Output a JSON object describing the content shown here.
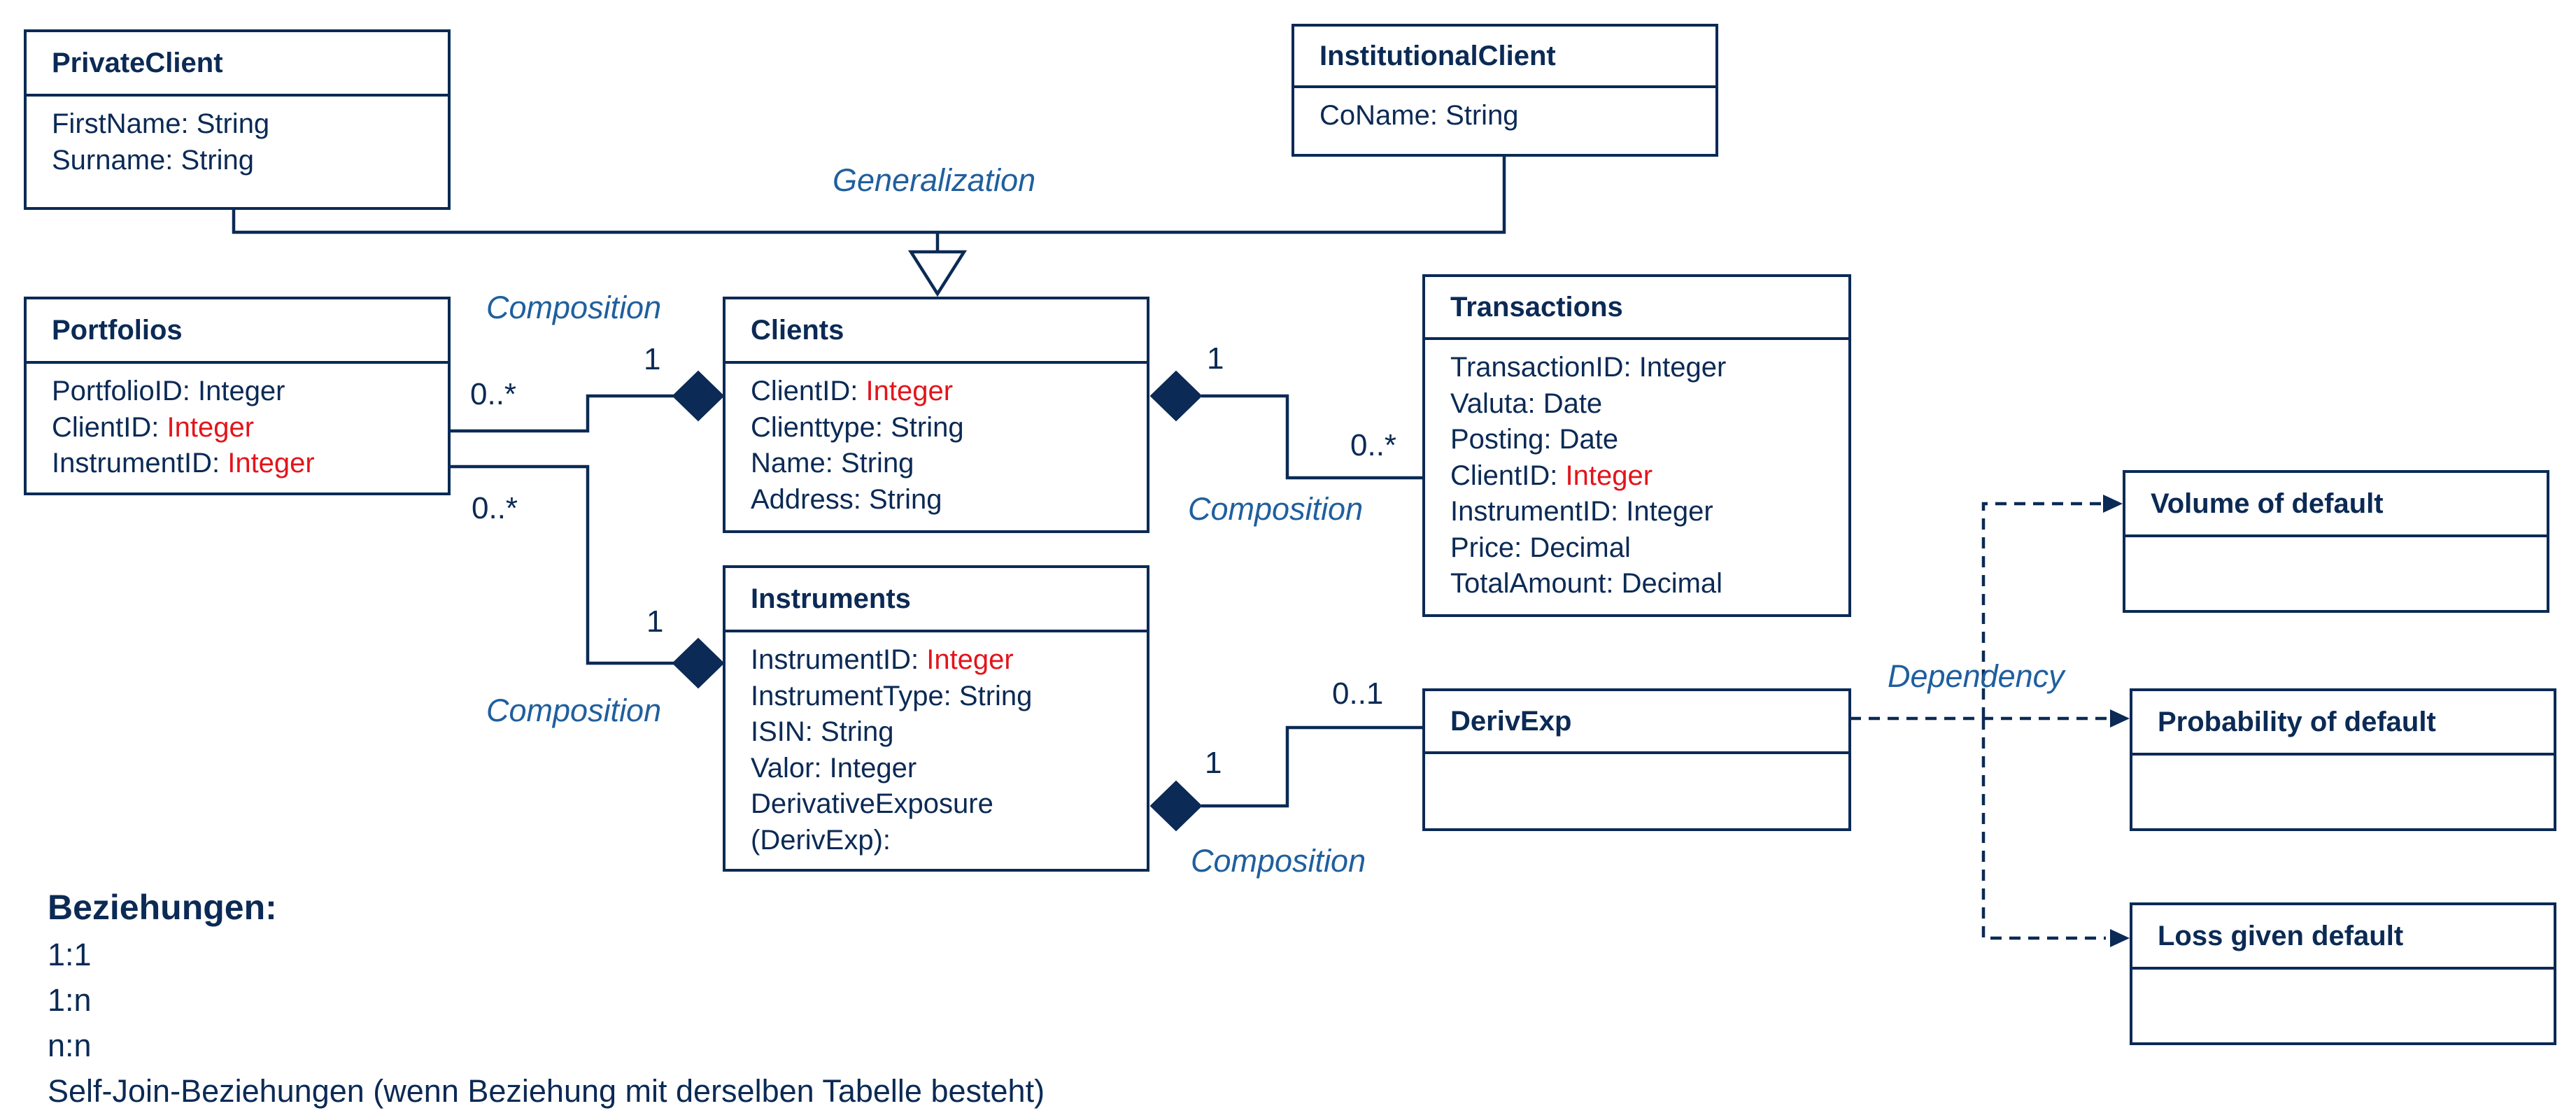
{
  "classes": {
    "private_client": {
      "name": "PrivateClient",
      "attributes": [
        {
          "label": "FirstName: ",
          "type": "String",
          "highlight": false
        },
        {
          "label": "Surname: ",
          "type": "String",
          "highlight": false
        }
      ]
    },
    "institutional_client": {
      "name": "InstitutionalClient",
      "attributes": [
        {
          "label": "CoName: ",
          "type": "String",
          "highlight": false
        }
      ]
    },
    "portfolios": {
      "name": "Portfolios",
      "attributes": [
        {
          "label": "PortfolioID: ",
          "type": "Integer",
          "highlight": false
        },
        {
          "label": "ClientID: ",
          "type": "Integer",
          "highlight": true
        },
        {
          "label": "InstrumentID: ",
          "type": "Integer",
          "highlight": true
        }
      ]
    },
    "clients": {
      "name": "Clients",
      "attributes": [
        {
          "label": "ClientID: ",
          "type": "Integer",
          "highlight": true
        },
        {
          "label": "Clienttype: ",
          "type": "String",
          "highlight": false
        },
        {
          "label": "Name: ",
          "type": "String",
          "highlight": false
        },
        {
          "label": "Address: ",
          "type": "String",
          "highlight": false
        }
      ]
    },
    "transactions": {
      "name": "Transactions",
      "attributes": [
        {
          "label": "TransactionID: ",
          "type": "Integer",
          "highlight": false
        },
        {
          "label": "Valuta: ",
          "type": "Date",
          "highlight": false
        },
        {
          "label": "Posting: ",
          "type": "Date",
          "highlight": false
        },
        {
          "label": "ClientID: ",
          "type": "Integer",
          "highlight": true
        },
        {
          "label": "InstrumentID: ",
          "type": "Integer",
          "highlight": false
        },
        {
          "label": "Price: ",
          "type": "Decimal",
          "highlight": false
        },
        {
          "label": "TotalAmount: ",
          "type": "Decimal",
          "highlight": false
        }
      ]
    },
    "instruments": {
      "name": "Instruments",
      "attributes": [
        {
          "label": "InstrumentID: ",
          "type": "Integer",
          "highlight": true
        },
        {
          "label": "InstrumentType: ",
          "type": "String",
          "highlight": false
        },
        {
          "label": "ISIN: ",
          "type": "String",
          "highlight": false
        },
        {
          "label": "Valor: ",
          "type": "Integer",
          "highlight": false
        },
        {
          "label": "DerivativeExposure",
          "type": "",
          "highlight": false
        },
        {
          "label": "(DerivExp):",
          "type": "",
          "highlight": false
        }
      ]
    },
    "derivexp": {
      "name": "DerivExp",
      "attributes": []
    },
    "volume_of_default": {
      "name": "Volume of default",
      "attributes": []
    },
    "probability_of_default": {
      "name": "Probability of default",
      "attributes": []
    },
    "loss_given_default": {
      "name": "Loss given default",
      "attributes": []
    }
  },
  "relations": {
    "generalization": "Generalization",
    "composition_portfolios_clients": "Composition",
    "composition_portfolios_instruments": "Composition",
    "composition_clients_transactions": "Composition",
    "composition_instruments_derivexp": "Composition",
    "dependency": "Dependency"
  },
  "multiplicities": {
    "portfolios_clients_many": "0..*",
    "portfolios_clients_one": "1",
    "portfolios_instruments_many": "0..*",
    "portfolios_instruments_one": "1",
    "clients_transactions_one": "1",
    "clients_transactions_many": "0..*",
    "instruments_derivexp_one": "1",
    "instruments_derivexp_opt": "0..1"
  },
  "legend": {
    "heading": "Beziehungen:",
    "items": [
      "1:1",
      "1:n",
      "n:n",
      "Self-Join-Beziehungen (wenn Beziehung mit derselben Tabelle besteht)"
    ]
  },
  "colors": {
    "line": "#0b2a55",
    "relation_label": "#1f5f9e",
    "key_type": "#e3141b"
  }
}
